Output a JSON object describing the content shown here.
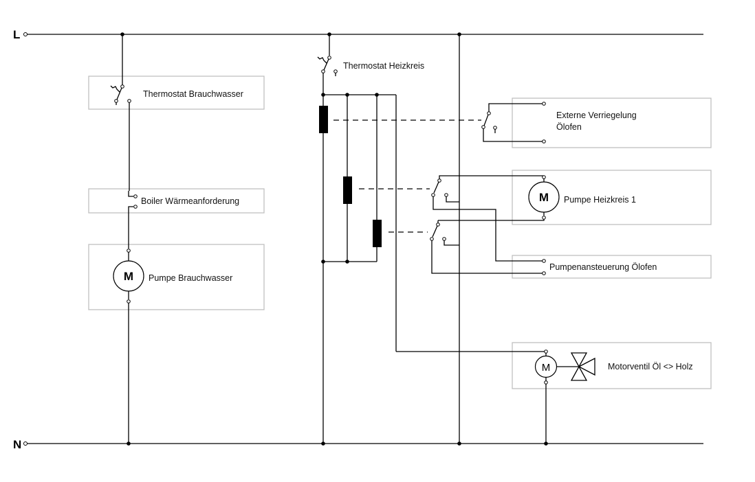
{
  "rails": {
    "line": "L",
    "neutral": "N"
  },
  "components": {
    "thermostat_brauchwasser": "Thermostat Brauchwasser",
    "boiler_waermeanforderung": "Boiler Wärmeanforderung",
    "pumpe_brauchwasser": "Pumpe Brauchwasser",
    "thermostat_heizkreis": "Thermostat Heizkreis",
    "externe_verriegelung_line1": "Externe Verriegelung",
    "externe_verriegelung_line2": "Ölofen",
    "pumpe_heizkreis_1": "Pumpe Heizkreis 1",
    "pumpenansteuerung_oelofen": "Pumpenansteuerung Ölofen",
    "motorventil": "Motorventil Öl <> Holz"
  },
  "motor_symbol": "M"
}
